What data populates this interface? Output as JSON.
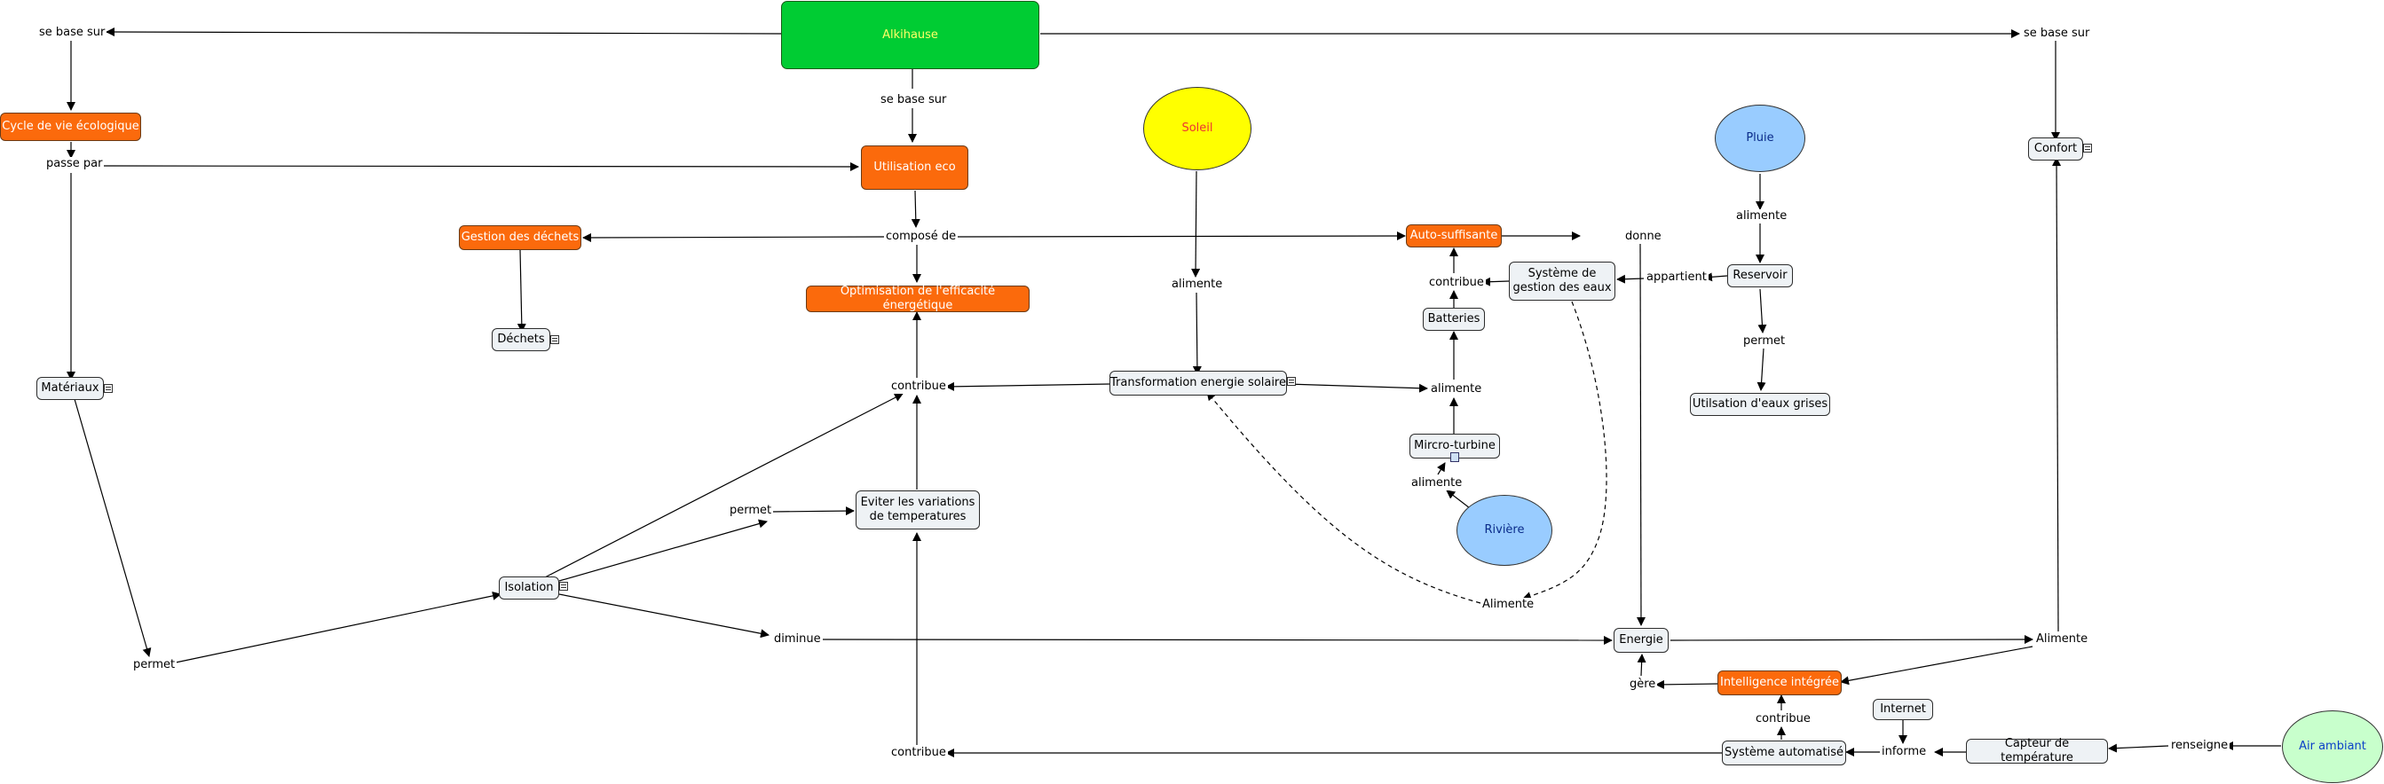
{
  "concepts": {
    "alkihause": "Alkihause",
    "cycle": "Cycle de vie écologique",
    "utilisation_eco": "Utilisation eco",
    "gestion_dechets": "Gestion des déchets",
    "dechets": "Déchets",
    "optimisation": "Optimisation de l'efficacité énergétique",
    "materiaux": "Matériaux",
    "isolation": "Isolation",
    "eviter": "Eviter les variations\nde temperatures",
    "soleil": "Soleil",
    "transformation": "Transformation energie solaire",
    "auto_suffisante": "Auto-suffisante",
    "batteries": "Batteries",
    "systeme_eaux": "Système de\ngestion des eaux",
    "micro_turbine": "Mircro-turbine",
    "riviere": "Rivière",
    "pluie": "Pluie",
    "reservoir": "Reservoir",
    "eaux_grises": "Utilsation d'eaux grises",
    "confort": "Confort",
    "energie": "Energie",
    "intelligence": "Intelligence intégrée",
    "internet": "Internet",
    "systeme_auto": "Système automatisé",
    "capteur": "Capteur de température",
    "air_ambiant": "Air ambiant"
  },
  "links": {
    "se_base_sur_left": "se base sur",
    "se_base_sur_mid": "se base sur",
    "se_base_sur_right": "se base sur",
    "passe_par": "passe par",
    "compose_de": "composé de",
    "contribue_opt": "contribue",
    "permet_iso": "permet",
    "diminue": "diminue",
    "permet_mat": "permet",
    "contribue_bottom": "contribue",
    "alimente_soleil": "alimente",
    "alimente_batt": "alimente",
    "alimente_riv": "alimente",
    "contribue_auto": "contribue",
    "donne": "donne",
    "appartient": "appartient",
    "alimente_pluie": "alimente",
    "permet_res": "permet",
    "alimente_dashed": "Alimente",
    "alimente_confort": "Alimente",
    "gere": "gère",
    "contribue_intel": "contribue",
    "informe": "informe",
    "renseigne": "renseigne"
  }
}
